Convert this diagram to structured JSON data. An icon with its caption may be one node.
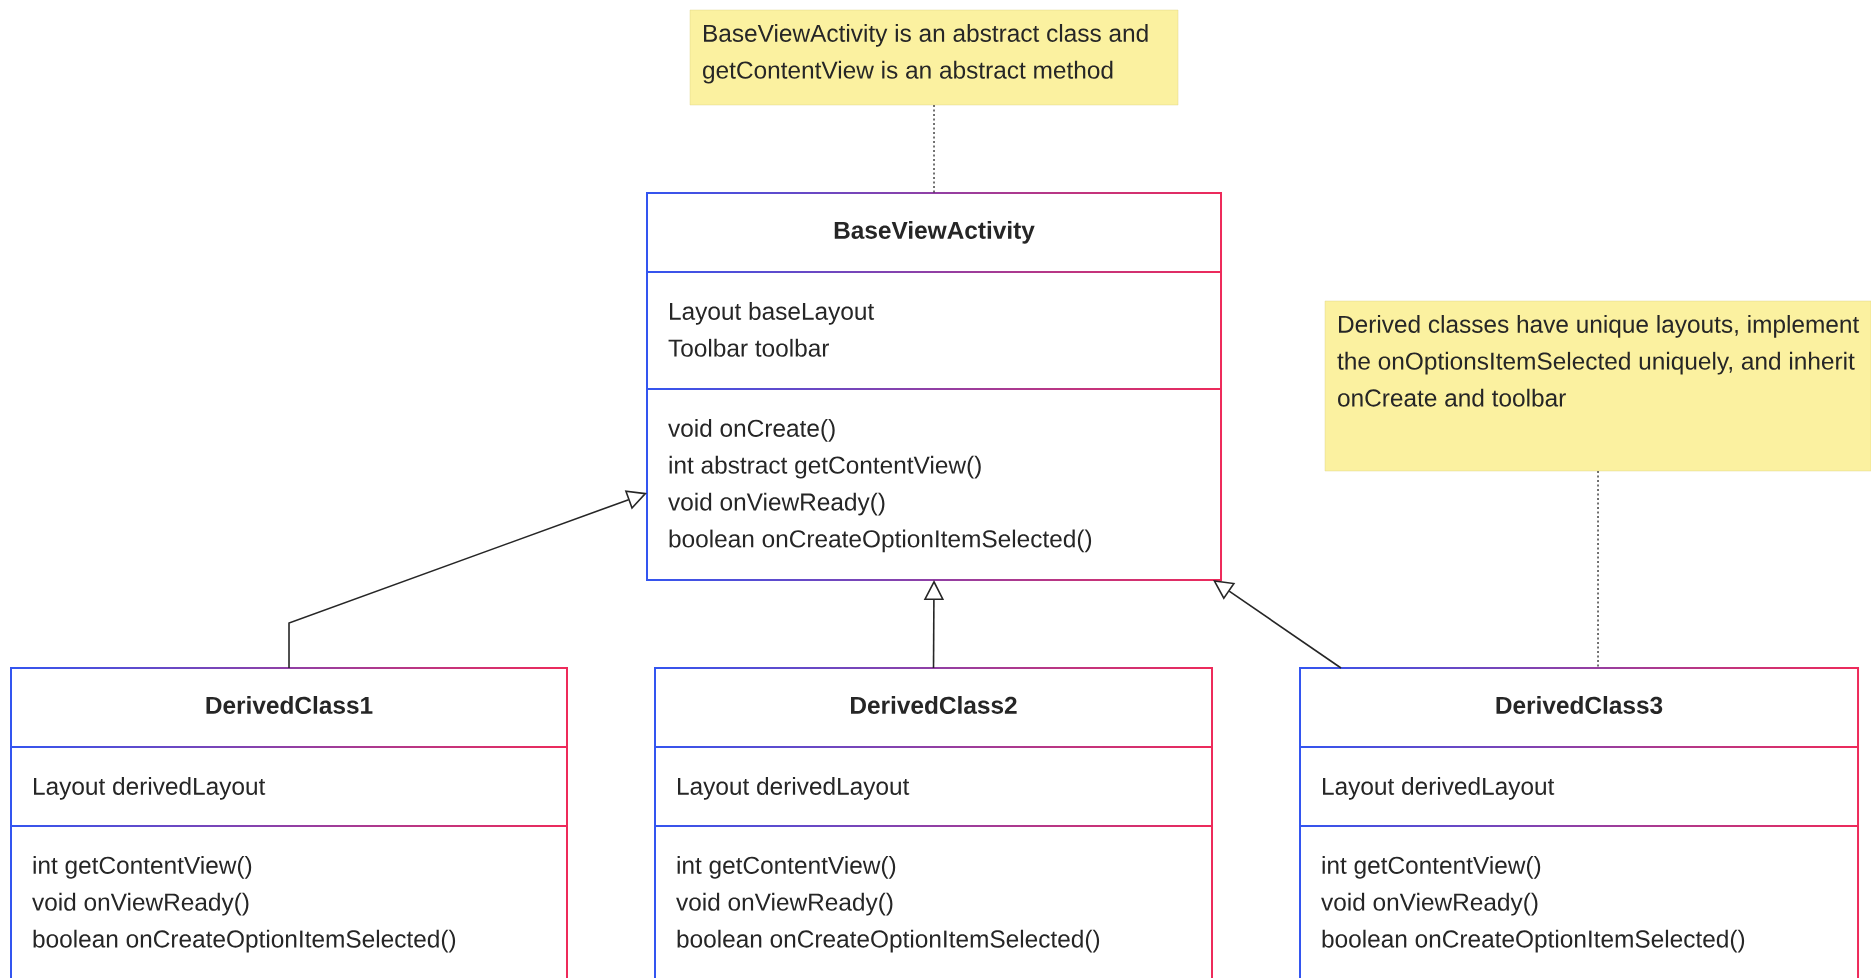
{
  "diagram": {
    "nodes": [
      {
        "text": [
          "BaseViewActivity is an abstract class and getContentView is an abstract method"
        ]
      },
      {
        "text": [
          "BaseViewActivity"
        ]
      },
      {
        "text": [
          "Layout baseLayout",
          "Toolbar toolbar"
        ],
        "in": 1
      },
      {
        "text": [
          "void onCreate()",
          "int abstract getContentView()",
          "void onViewReady()",
          "boolean onCreateOptionItemSelected()"
        ],
        "in": 1
      },
      {
        "text": [
          "Derived classes have unique layouts, implement the onOptionsItemSelected uniquely, and inherit onCreate and toolbar"
        ]
      },
      {
        "text": [
          "DerivedClass1"
        ]
      },
      {
        "text": [
          "Layout derivedLayout"
        ],
        "in": 5
      },
      {
        "text": [
          "int getContentView()",
          "void onViewReady()",
          "boolean onCreateOptionItemSelected()"
        ],
        "in": 5
      },
      {
        "text": [
          "DerivedClass2"
        ]
      },
      {
        "text": [
          "Layout derivedLayout"
        ],
        "in": 8
      },
      {
        "text": [
          "int getContentView()",
          "void onViewReady()",
          "boolean onCreateOptionItemSelected()"
        ],
        "in": 8
      },
      {
        "text": [
          "DerivedClass3"
        ]
      },
      {
        "text": [
          "Layout derivedLayout"
        ],
        "in": 11
      },
      {
        "text": [
          "int getContentView()",
          "void onViewReady()",
          "boolean onCreateOptionItemSelected()"
        ],
        "in": 11
      }
    ],
    "edges": [
      {
        "from": 0,
        "to": 1,
        "arrow": "none",
        "style": "dashed"
      },
      {
        "from": 5,
        "to": 1,
        "arrow": "to"
      },
      {
        "from": 8,
        "to": 1,
        "arrow": "to"
      },
      {
        "from": 11,
        "to": 1,
        "arrow": "to"
      },
      {
        "from": 4,
        "to": 11,
        "arrow": "none",
        "style": "dashed"
      }
    ]
  }
}
